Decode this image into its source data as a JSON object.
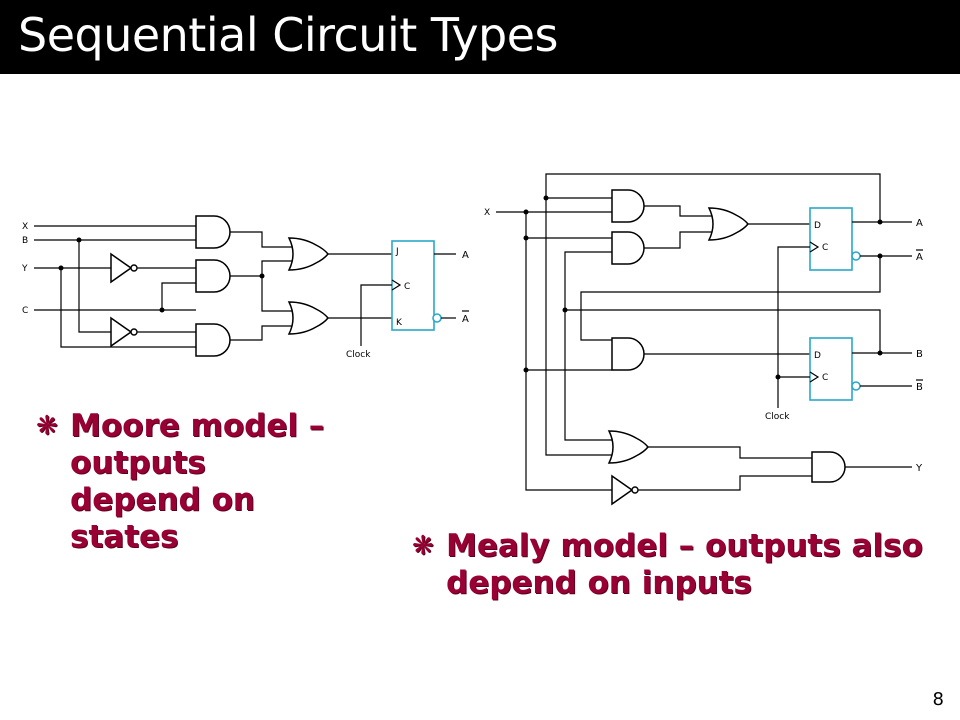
{
  "slide": {
    "title": "Sequential Circuit Types",
    "page_number": "8"
  },
  "bullets": {
    "symbol": "❋",
    "moore": "Moore model – outputs depend on states",
    "mealy": "Mealy model – outputs also depend on inputs"
  },
  "moore_circuit": {
    "inputs": {
      "x": "X",
      "b": "B",
      "y": "Y",
      "c": "C"
    },
    "ff_pins": {
      "j": "J",
      "c": "C",
      "k": "K"
    },
    "outputs": {
      "a": "A",
      "abar": "A"
    },
    "clock": "Clock"
  },
  "mealy_circuit": {
    "input_x": "X",
    "ff_pins": {
      "d": "D",
      "c": "C"
    },
    "outputs": {
      "a": "A",
      "abar": "A",
      "b": "B",
      "bbar": "B",
      "y": "Y"
    },
    "clock": "Clock"
  },
  "colors": {
    "title_bar": "#000000",
    "title_text": "#ffffff",
    "bullet_text": "#990033",
    "flip_flop_outline": "#2aa8c8"
  }
}
